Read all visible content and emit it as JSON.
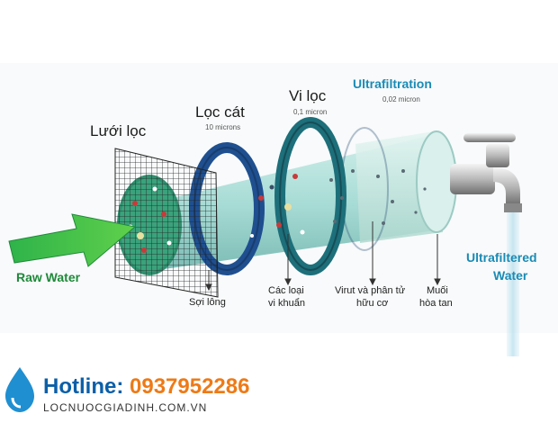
{
  "labels": {
    "luoi_loc": "Lưới lọc",
    "loc_cat": "Lọc cát",
    "loc_cat_sub": "10 microns",
    "vi_loc": "Vi lọc",
    "vi_loc_sub": "0,1 micron",
    "ultrafiltration": "Ultrafiltration",
    "ultrafiltration_sub": "0,02 micron",
    "raw_water": "Raw Water",
    "ultrafiltered_line1": "Ultrafiltered",
    "ultrafiltered_line2": "Water",
    "soi_long": "Sợi lông",
    "vi_khuan_line1": "Các loại",
    "vi_khuan_line2": "vi khuẩn",
    "virut_line1": "Virut và phân tử",
    "virut_line2": "hữu cơ",
    "muoi_line1": "Muối",
    "muoi_line2": "hòa tan"
  },
  "footer": {
    "hotline_label": "Hotline:",
    "hotline_number": "0937952286",
    "website": "LOCNUOCGIADINH.COM.VN"
  },
  "colors": {
    "title_blue": "#1a8bb5",
    "raw_green": "#1f8a3a",
    "hotline_blue": "#0b5fa8",
    "hotline_orange": "#ee7a16",
    "ring_dark_blue": "#1f4f8f",
    "ring_teal": "#1d6f7a"
  }
}
